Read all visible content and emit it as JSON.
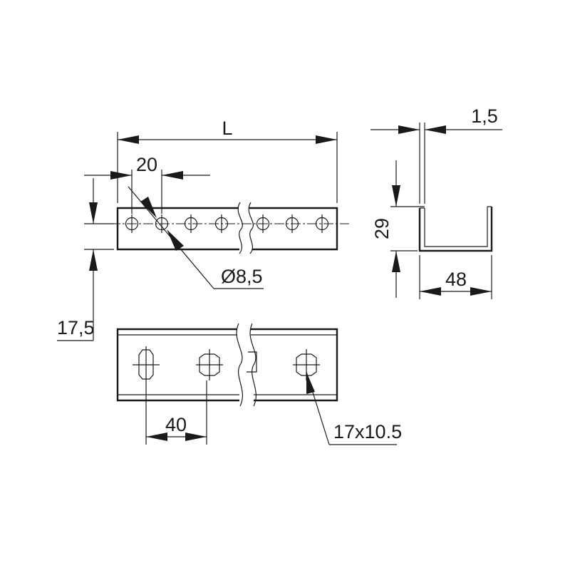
{
  "drawing": {
    "colors": {
      "line": "#1a1a1a",
      "background": "#ffffff"
    },
    "dimensions": {
      "length": "L",
      "hole_pitch": "20",
      "hole_diameter": "Ø8,5",
      "edge_offset": "17,5",
      "wall_thickness": "1,5",
      "profile_height": "29",
      "profile_width": "48",
      "slot_pitch": "40",
      "slot_size": "17x10.5"
    }
  }
}
